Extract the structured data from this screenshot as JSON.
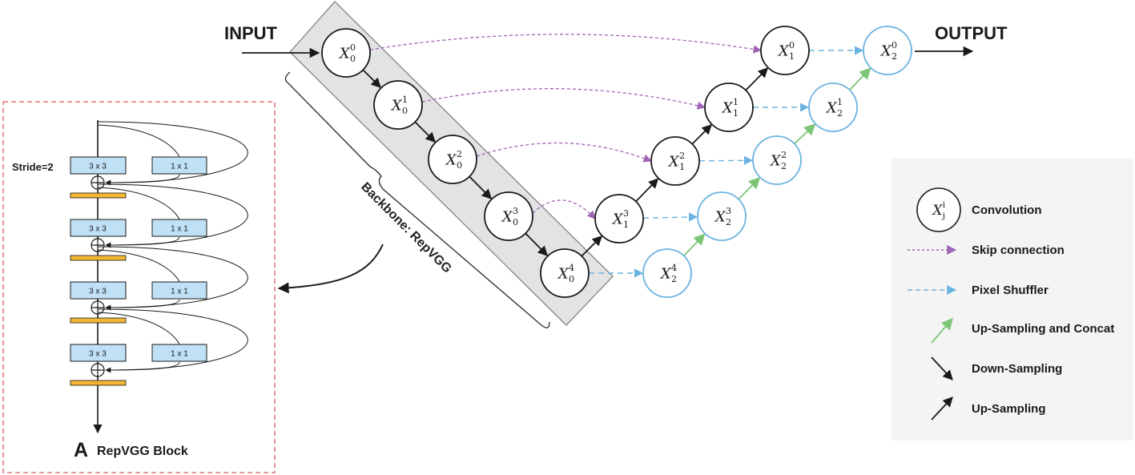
{
  "io": {
    "input": "INPUT",
    "output": "OUTPUT"
  },
  "backbone_label": "Backbone: RepVGG",
  "nodes": [
    {
      "id": "x00",
      "base": "X",
      "sup": "0",
      "sub": "0",
      "style": "conv"
    },
    {
      "id": "x10",
      "base": "X",
      "sup": "1",
      "sub": "0",
      "style": "conv"
    },
    {
      "id": "x20",
      "base": "X",
      "sup": "2",
      "sub": "0",
      "style": "conv"
    },
    {
      "id": "x30",
      "base": "X",
      "sup": "3",
      "sub": "0",
      "style": "conv"
    },
    {
      "id": "x40",
      "base": "X",
      "sup": "4",
      "sub": "0",
      "style": "conv"
    },
    {
      "id": "x31",
      "base": "X",
      "sup": "3",
      "sub": "1",
      "style": "conv"
    },
    {
      "id": "x21",
      "base": "X",
      "sup": "2",
      "sub": "1",
      "style": "conv"
    },
    {
      "id": "x11",
      "base": "X",
      "sup": "1",
      "sub": "1",
      "style": "conv"
    },
    {
      "id": "x01",
      "base": "X",
      "sup": "0",
      "sub": "1",
      "style": "conv"
    },
    {
      "id": "x42",
      "base": "X",
      "sup": "4",
      "sub": "2",
      "style": "shuffle"
    },
    {
      "id": "x32",
      "base": "X",
      "sup": "3",
      "sub": "2",
      "style": "shuffle"
    },
    {
      "id": "x22",
      "base": "X",
      "sup": "2",
      "sub": "2",
      "style": "shuffle"
    },
    {
      "id": "x12",
      "base": "X",
      "sup": "1",
      "sub": "2",
      "style": "shuffle"
    },
    {
      "id": "x02",
      "base": "X",
      "sup": "0",
      "sub": "2",
      "style": "shuffle"
    }
  ],
  "edges": [
    {
      "from": "x00",
      "to": "x10",
      "kind": "down"
    },
    {
      "from": "x10",
      "to": "x20",
      "kind": "down"
    },
    {
      "from": "x20",
      "to": "x30",
      "kind": "down"
    },
    {
      "from": "x30",
      "to": "x40",
      "kind": "down"
    },
    {
      "from": "x40",
      "to": "x31",
      "kind": "up"
    },
    {
      "from": "x31",
      "to": "x21",
      "kind": "up"
    },
    {
      "from": "x21",
      "to": "x11",
      "kind": "up"
    },
    {
      "from": "x11",
      "to": "x01",
      "kind": "up"
    },
    {
      "from": "x42",
      "to": "x32",
      "kind": "upcat"
    },
    {
      "from": "x32",
      "to": "x22",
      "kind": "upcat"
    },
    {
      "from": "x22",
      "to": "x12",
      "kind": "upcat"
    },
    {
      "from": "x12",
      "to": "x02",
      "kind": "upcat"
    },
    {
      "from": "x40",
      "to": "x42",
      "kind": "shuffle"
    },
    {
      "from": "x31",
      "to": "x32",
      "kind": "shuffle"
    },
    {
      "from": "x21",
      "to": "x22",
      "kind": "shuffle"
    },
    {
      "from": "x11",
      "to": "x12",
      "kind": "shuffle"
    },
    {
      "from": "x01",
      "to": "x02",
      "kind": "shuffle"
    },
    {
      "from": "x00",
      "to": "x01",
      "kind": "skip"
    },
    {
      "from": "x10",
      "to": "x11",
      "kind": "skip"
    },
    {
      "from": "x20",
      "to": "x21",
      "kind": "skip"
    },
    {
      "from": "x30",
      "to": "x31",
      "kind": "skip"
    }
  ],
  "repvgg": {
    "title_letter": "A",
    "title": "RepVGG Block",
    "stride_label": "Stride=2",
    "rows": [
      {
        "conv_a": "3 x 3",
        "conv_b": "1 x 1"
      },
      {
        "conv_a": "3 x 3",
        "conv_b": "1 x 1"
      },
      {
        "conv_a": "3 x 3",
        "conv_b": "1 x 1"
      },
      {
        "conv_a": "3 x 3",
        "conv_b": "1 x 1"
      }
    ]
  },
  "legend": {
    "node_symbol": {
      "base": "X",
      "sup": "i",
      "sub": "j"
    },
    "items": [
      {
        "label": "Convolution",
        "kind": "conv"
      },
      {
        "label": "Skip connection",
        "kind": "skip"
      },
      {
        "label": "Pixel Shuffler",
        "kind": "shuffle"
      },
      {
        "label": "Up-Sampling and Concat",
        "kind": "upcat"
      },
      {
        "label": "Down-Sampling",
        "kind": "down"
      },
      {
        "label": "Up-Sampling",
        "kind": "up"
      }
    ]
  },
  "colors": {
    "conv_stroke": "#1a1a1a",
    "shuffle_stroke": "#6bb3e0",
    "skip": "#a064b4",
    "pixel_shuffle": "#6bb3e0",
    "upcat": "#7cc576",
    "arrow": "#1a1a1a",
    "backbone_fill": "#e3e3e3",
    "backbone_stroke": "#8a8a8a",
    "block_border": "#e05a5a",
    "conv_box_fill": "#bfe0f5",
    "bn_bar": "#f2b632",
    "legend_bg": "#f4f4f4"
  }
}
